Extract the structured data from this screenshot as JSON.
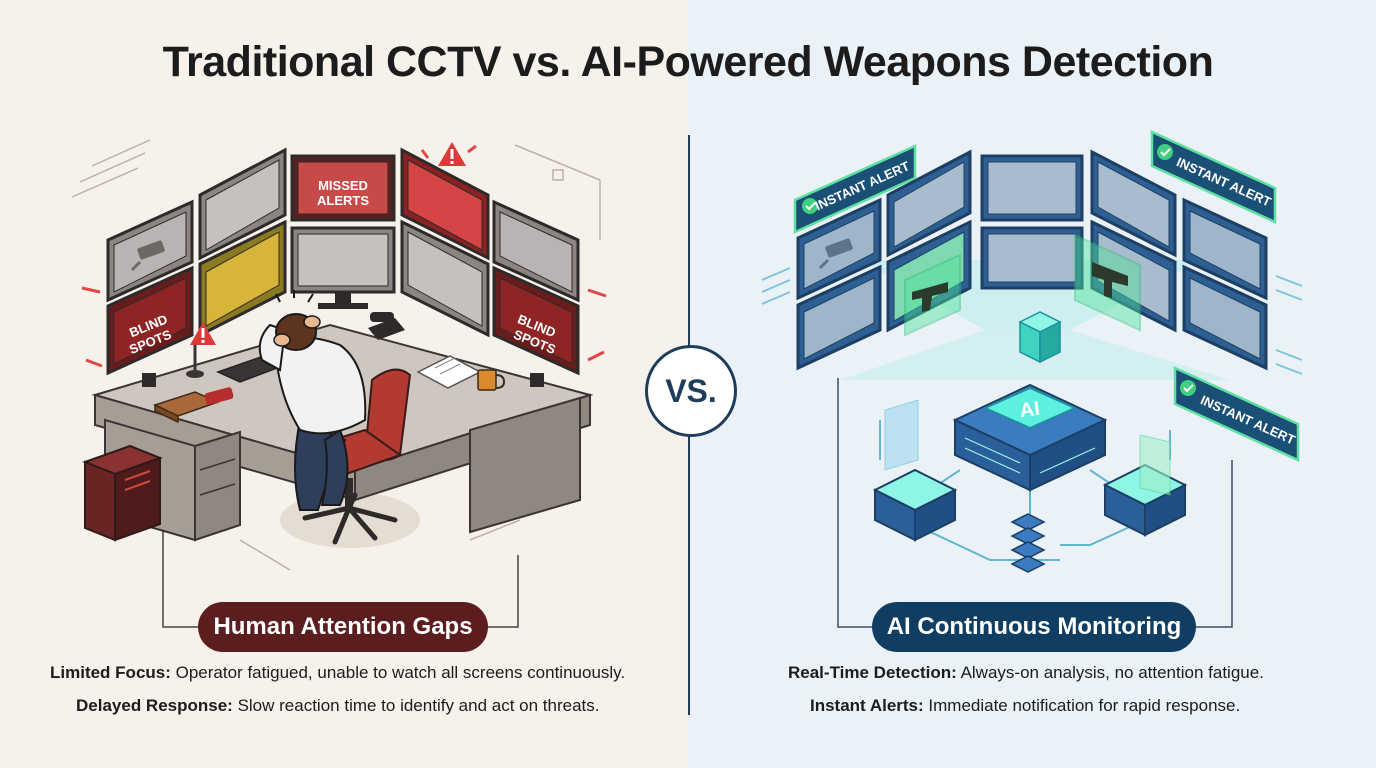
{
  "title": "Traditional CCTV vs. AI-Powered Weapons Detection",
  "vs_label": "VS.",
  "left_panel": {
    "monitor_labels": {
      "missed": [
        "MISSED",
        "ALERTS"
      ],
      "blind_left": [
        "BLIND",
        "SPOTS"
      ],
      "blind_right": [
        "BLIND",
        "SPOTS"
      ]
    },
    "pill_label": "Human Attention Gaps",
    "points": [
      {
        "label": "Limited Focus:",
        "text": " Operator fatigued, unable to watch all screens continuously."
      },
      {
        "label": "Delayed Response:",
        "text": " Slow reaction time to identify and act on threats."
      }
    ]
  },
  "right_panel": {
    "alert_labels": [
      "INSTANT ALERT",
      "INSTANT ALERT",
      "INSTANT ALERT"
    ],
    "chip_label": "AI",
    "pill_label": "AI Continuous Monitoring",
    "points": [
      {
        "label": "Real-Time Detection:",
        "text": " Always-on analysis, no attention fatigue."
      },
      {
        "label": "Instant Alerts:",
        "text": " Immediate notification for rapid response."
      }
    ]
  },
  "colors": {
    "left_bg": "#f6f1ea",
    "right_bg": "#eaf2f8",
    "left_accent": "#5b1d1d",
    "right_accent": "#103d62",
    "alert_red": "#d93a3a",
    "ai_teal": "#3fd3c0"
  },
  "icons": [
    "warning-icon",
    "check-icon",
    "cctv-camera-icon",
    "gun-icon",
    "ai-chip-icon",
    "server-icon",
    "desk-phone-icon",
    "coffee-mug-icon",
    "chair-icon",
    "computer-tower-icon"
  ]
}
